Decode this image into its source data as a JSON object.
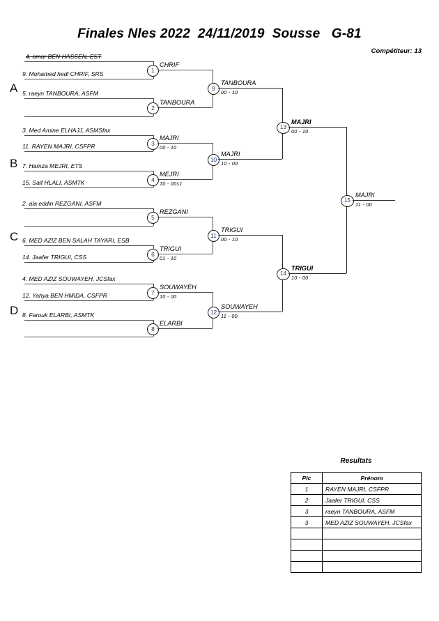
{
  "header": {
    "title": "Finales Nles 2022  24/11/2019  Sousse   G-81",
    "competitors_label": "Compétiteur: 13"
  },
  "groups": [
    {
      "letter": "A"
    },
    {
      "letter": "B"
    },
    {
      "letter": "C"
    },
    {
      "letter": "D"
    }
  ],
  "round1": {
    "entries": [
      {
        "text": "4. omar BEN HASSEN, EST",
        "struck": true
      },
      {
        "text": "9. Mohamed hedi CHRIF, SRS",
        "struck": false
      },
      {
        "text": "5. raeyn TANBOURA, ASFM",
        "struck": false
      },
      {
        "text": "",
        "struck": false
      },
      {
        "text": "3. Med Amine ELHAJJ, ASMSfax",
        "struck": false
      },
      {
        "text": "11. RAYEN MAJRI, CSFPR",
        "struck": false
      },
      {
        "text": "7. Hamza MEJRI, ETS",
        "struck": false
      },
      {
        "text": "15. Saif HLALI, ASMTK",
        "struck": false
      },
      {
        "text": "2. ala eddin REZGANI, ASFM",
        "struck": false
      },
      {
        "text": "",
        "struck": false
      },
      {
        "text": "6. MED AZIZ BEN SALAH TAYARI, ESB",
        "struck": false
      },
      {
        "text": "14. Jaafer TRIGUI, CSS",
        "struck": false
      },
      {
        "text": "4. MED AZIZ SOUWAYEH, JCSfax",
        "struck": false
      },
      {
        "text": "12. Yahya BEN HMIDA, CSFPR",
        "struck": false
      },
      {
        "text": "8. Farouk ELARBI, ASMTK",
        "struck": false
      },
      {
        "text": "",
        "struck": false
      }
    ]
  },
  "matches": [
    {
      "num": "1",
      "winner": "CHRIF",
      "score": "",
      "bold": false
    },
    {
      "num": "2",
      "winner": "TANBOURA",
      "score": "",
      "bold": false
    },
    {
      "num": "3",
      "winner": "MAJRI",
      "score": "00 - 10",
      "bold": false
    },
    {
      "num": "4",
      "winner": "MEJRI",
      "score": "10 - 00s1",
      "bold": false
    },
    {
      "num": "5",
      "winner": "REZGANI",
      "score": "",
      "bold": false
    },
    {
      "num": "6",
      "winner": "TRIGUI",
      "score": "01 - 10",
      "bold": false
    },
    {
      "num": "7",
      "winner": "SOUWAYEH",
      "score": "10 - 00",
      "bold": false
    },
    {
      "num": "8",
      "winner": "ELARBI",
      "score": "",
      "bold": false
    },
    {
      "num": "9",
      "winner": "TANBOURA",
      "score": "00 - 10",
      "bold": false
    },
    {
      "num": "10",
      "winner": "MAJRI",
      "score": "10 - 00",
      "bold": false
    },
    {
      "num": "11",
      "winner": "TRIGUI",
      "score": "00 - 10",
      "bold": false
    },
    {
      "num": "12",
      "winner": "SOUWAYEH",
      "score": "11 - 00",
      "bold": false
    },
    {
      "num": "13",
      "winner": "MAJRI",
      "score": "00 - 10",
      "bold": true
    },
    {
      "num": "14",
      "winner": "TRIGUI",
      "score": "10 - 00",
      "bold": true
    },
    {
      "num": "15",
      "winner": "MAJRI",
      "score": "11 - 00",
      "bold": false
    }
  ],
  "results": {
    "title": "Resultats",
    "columns": [
      "Plc",
      "Prénom"
    ],
    "rows": [
      {
        "plc": "1",
        "nom": "RAYEN MAJRI, CSFPR"
      },
      {
        "plc": "2",
        "nom": "Jaafer TRIGUI, CSS"
      },
      {
        "plc": "3",
        "nom": "raeyn TANBOURA, ASFM"
      },
      {
        "plc": "3",
        "nom": "MED AZIZ SOUWAYEH, JCSfax"
      },
      {
        "plc": "",
        "nom": ""
      },
      {
        "plc": "",
        "nom": ""
      },
      {
        "plc": "",
        "nom": ""
      },
      {
        "plc": "",
        "nom": ""
      }
    ]
  }
}
